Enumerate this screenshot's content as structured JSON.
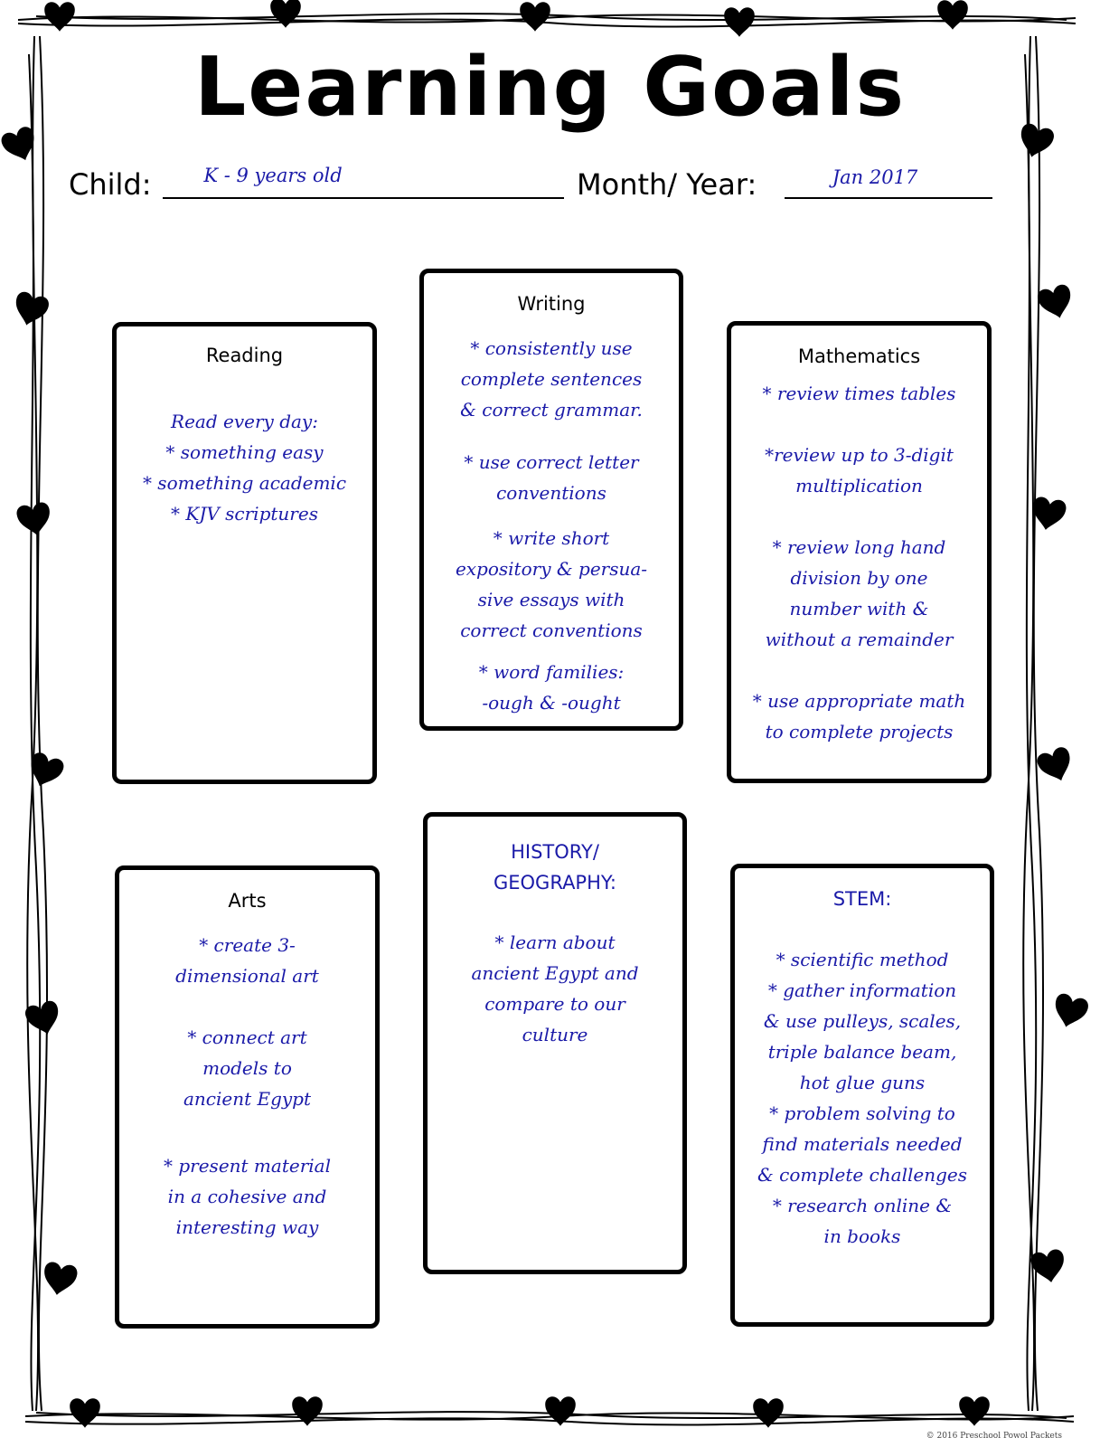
{
  "title": "Learning Goals",
  "child": {
    "label": "Child:",
    "value": "K - 9 years old"
  },
  "month_year": {
    "label": "Month/ Year:",
    "value": "Jan 2017"
  },
  "boxes": {
    "reading": {
      "title": "Reading",
      "lines": [
        "Read every day:",
        "* something easy",
        "* something academic",
        "* KJV scriptures"
      ]
    },
    "writing": {
      "title": "Writing",
      "lines": [
        "* consistently use",
        "complete sentences",
        "& correct grammar.",
        "",
        "* use correct letter",
        "conventions",
        "",
        "* write short",
        "expository & persua-",
        "sive essays with",
        "correct conventions",
        "",
        "* word families:",
        "-ough & -ought"
      ]
    },
    "mathematics": {
      "title": "Mathematics",
      "lines": [
        "* review times tables",
        "",
        "*review up to 3-digit",
        "multiplication",
        "",
        "* review long hand",
        "division by one",
        "number with &",
        "without a remainder",
        "",
        "* use appropriate math",
        "to complete projects"
      ]
    },
    "arts": {
      "title": "Arts",
      "lines": [
        "* create 3-",
        "dimensional art",
        "",
        "* connect art",
        "models to",
        "ancient Egypt",
        "",
        "* present material",
        "in a cohesive and",
        "interesting way"
      ]
    },
    "history": {
      "title_lines": [
        "HISTORY/",
        "GEOGRAPHY:"
      ],
      "lines": [
        "* learn about",
        "ancient Egypt and",
        "compare to our",
        "culture"
      ]
    },
    "stem": {
      "title": "STEM:",
      "lines": [
        "* scientific method",
        "* gather information",
        "& use pulleys, scales,",
        "triple balance beam,",
        "hot glue guns",
        "* problem solving to",
        "find materials needed",
        "& complete challenges",
        "* research online &",
        "in books"
      ]
    }
  },
  "copyright": "© 2016 Preschool Powol Packets"
}
